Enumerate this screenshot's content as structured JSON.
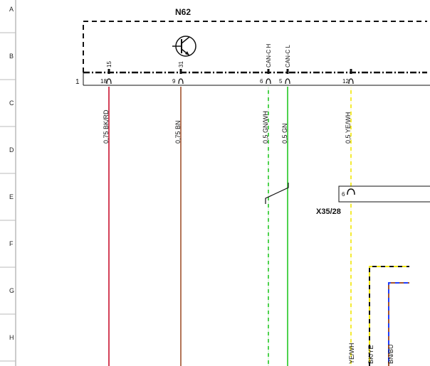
{
  "component": {
    "id": "N62",
    "connector_index": "1"
  },
  "rows": [
    "A",
    "B",
    "C",
    "D",
    "E",
    "F",
    "G",
    "H"
  ],
  "pins": [
    {
      "pin": "18",
      "terminal": "15",
      "wire": "0,75 BK/RD",
      "color": "#c8102e",
      "stripe": "#c8102e"
    },
    {
      "pin": "9",
      "terminal": "31",
      "wire": "0,75 BN",
      "color": "#a0522d",
      "stripe": "#a0522d"
    },
    {
      "pin": "6",
      "terminal": "CAN-C H",
      "wire": "0,5 GN/WH",
      "color": "#22c722",
      "stripe": "#ffffff"
    },
    {
      "pin": "5",
      "terminal": "CAN-C L",
      "wire": "0,5 GN",
      "color": "#22c722",
      "stripe": "#22c722"
    },
    {
      "pin": "12",
      "terminal": "",
      "wire": "0,5 YE/WH",
      "color": "#f2e600",
      "stripe": "#ffffff"
    }
  ],
  "connector_x35": {
    "label": "X35/28",
    "pin": "6"
  },
  "bottom_wires": [
    {
      "text": "YE/WH",
      "color": "#f2e600",
      "stripe": "#ffffff"
    },
    {
      "text": "BK/YE",
      "color": "#111111",
      "stripe": "#f2e600"
    },
    {
      "text": "BN/BU",
      "color": "#1f3cff",
      "stripe": "#a0522d"
    }
  ],
  "colors": {
    "line": "#111111",
    "grid": "#999999"
  }
}
